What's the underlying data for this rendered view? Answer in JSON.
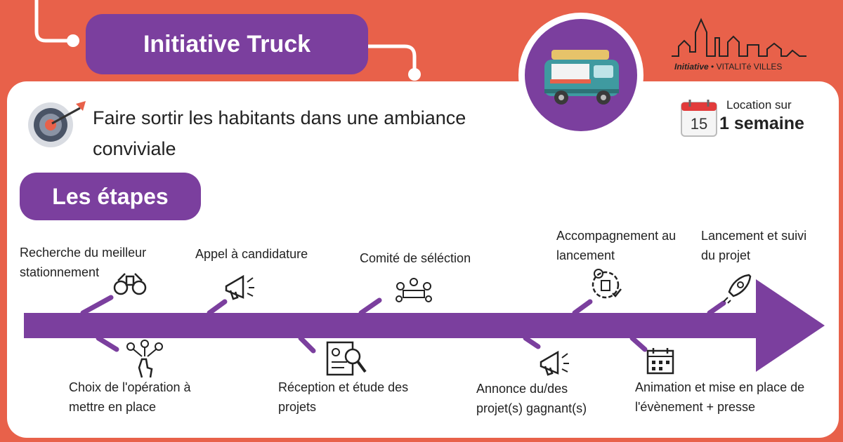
{
  "header": {
    "title": "Initiative Truck"
  },
  "objective": {
    "text": "Faire sortir les habitants dans une ambiance conviviale"
  },
  "location": {
    "label": "Location sur",
    "value": "1 semaine",
    "calendar_day": "15"
  },
  "logo": {
    "initiative": "Initiative",
    "tagline": "VITALITé VILLES"
  },
  "section": {
    "title": "Les étapes"
  },
  "steps_top": [
    {
      "line1": "Recherche du meilleur",
      "line2": "stationnement"
    },
    {
      "line1": "Appel à candidature",
      "line2": ""
    },
    {
      "line1": "Comité de séléction",
      "line2": ""
    },
    {
      "line1": "Accompagnement au",
      "line2": "lancement"
    },
    {
      "line1": "Lancement et suivi",
      "line2": "du projet"
    }
  ],
  "steps_bottom": [
    {
      "line1": "Choix de l'opération à",
      "line2": "mettre en place"
    },
    {
      "line1": "Réception et étude des",
      "line2": "projets"
    },
    {
      "line1": "Annonce du/des",
      "line2": "projet(s) gagnant(s)"
    },
    {
      "line1": "Animation et mise en place de",
      "line2": "l'évènement + presse"
    }
  ],
  "colors": {
    "background": "#E8614A",
    "purple": "#7B3F9E",
    "card": "#ffffff"
  }
}
